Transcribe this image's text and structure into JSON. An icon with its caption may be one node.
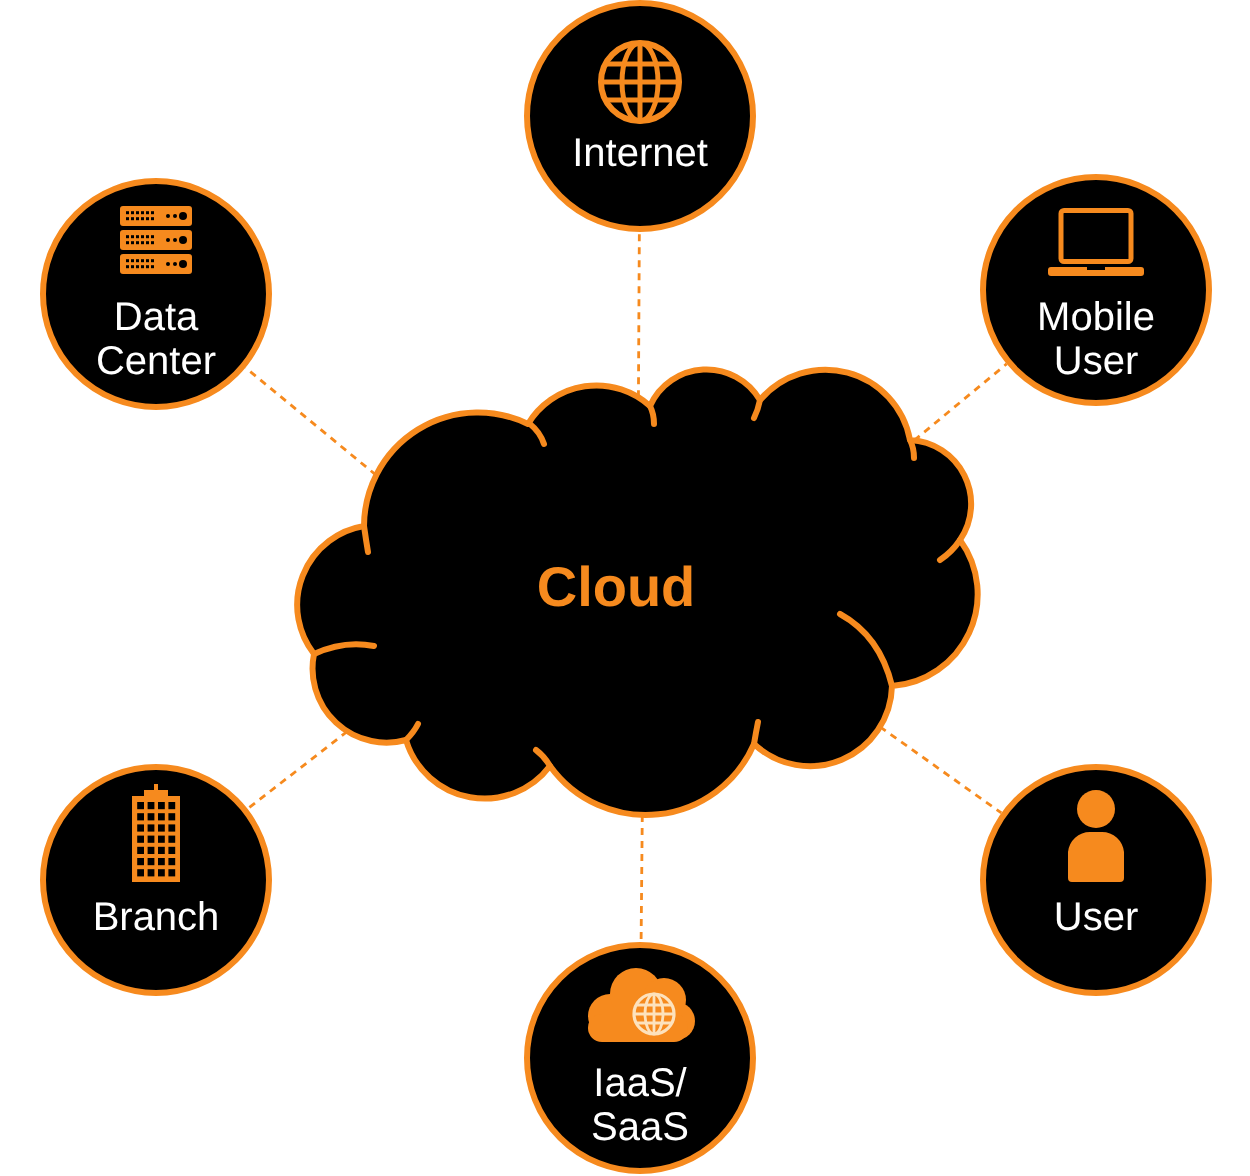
{
  "diagram": {
    "nodes": [
      {
        "text": [
          "Internet"
        ]
      },
      {
        "text": [
          "Data Center"
        ]
      },
      {
        "text": [
          "Mobile User"
        ]
      },
      {
        "text": [
          "Cloud"
        ]
      },
      {
        "text": [
          "Branch"
        ]
      },
      {
        "text": [
          "User"
        ]
      },
      {
        "text": [
          "IaaS/ SaaS"
        ]
      }
    ],
    "edges": [
      {
        "from": 3,
        "to": 0,
        "arrow": "none",
        "style": "dashed"
      },
      {
        "from": 3,
        "to": 1,
        "arrow": "none",
        "style": "dashed"
      },
      {
        "from": 3,
        "to": 2,
        "arrow": "none",
        "style": "dashed"
      },
      {
        "from": 3,
        "to": 4,
        "arrow": "none",
        "style": "dashed"
      },
      {
        "from": 3,
        "to": 5,
        "arrow": "none",
        "style": "dashed"
      },
      {
        "from": 3,
        "to": 6,
        "arrow": "none",
        "style": "dashed"
      }
    ]
  }
}
